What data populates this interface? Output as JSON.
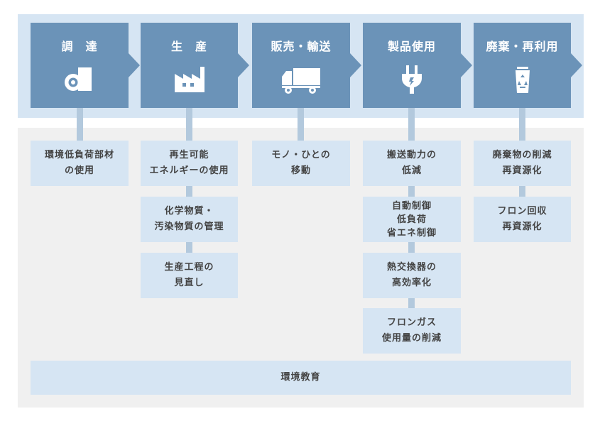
{
  "stages": [
    {
      "title": "調　達",
      "icon": "material-roll-icon"
    },
    {
      "title": "生　産",
      "icon": "factory-icon"
    },
    {
      "title": "販売・輸送",
      "icon": "truck-icon"
    },
    {
      "title": "製品使用",
      "icon": "plug-icon"
    },
    {
      "title": "廃棄・再利用",
      "icon": "recycle-bin-icon"
    }
  ],
  "cards": [
    {
      "id": "procure-1",
      "lines": [
        "環境低負荷部材",
        "の使用"
      ]
    },
    {
      "id": "produce-1",
      "lines": [
        "再生可能",
        "エネルギーの使用"
      ]
    },
    {
      "id": "produce-2",
      "lines": [
        "化学物質・",
        "汚染物質の管理"
      ]
    },
    {
      "id": "produce-3",
      "lines": [
        "生産工程の",
        "見直し"
      ]
    },
    {
      "id": "transport-1",
      "lines": [
        "モノ・ひとの",
        "移動"
      ]
    },
    {
      "id": "use-1",
      "lines": [
        "搬送動力の",
        "低減"
      ]
    },
    {
      "id": "use-2",
      "lines": [
        "自動制御",
        "低負荷",
        "省エネ制御"
      ]
    },
    {
      "id": "use-3",
      "lines": [
        "熱交換器の",
        "高効率化"
      ]
    },
    {
      "id": "use-4",
      "lines": [
        "フロンガス",
        "使用量の削減"
      ]
    },
    {
      "id": "dispose-1",
      "lines": [
        "廃棄物の削減",
        "再資源化"
      ]
    },
    {
      "id": "dispose-2",
      "lines": [
        "フロン回収",
        "再資源化"
      ]
    }
  ],
  "footer": {
    "label": "環境教育"
  },
  "colors": {
    "stage": "#6b93b8",
    "card": "#d6e5f3",
    "connector": "#b3c9dd",
    "band": "#d6e5f3",
    "panel": "#f0f0f0"
  }
}
